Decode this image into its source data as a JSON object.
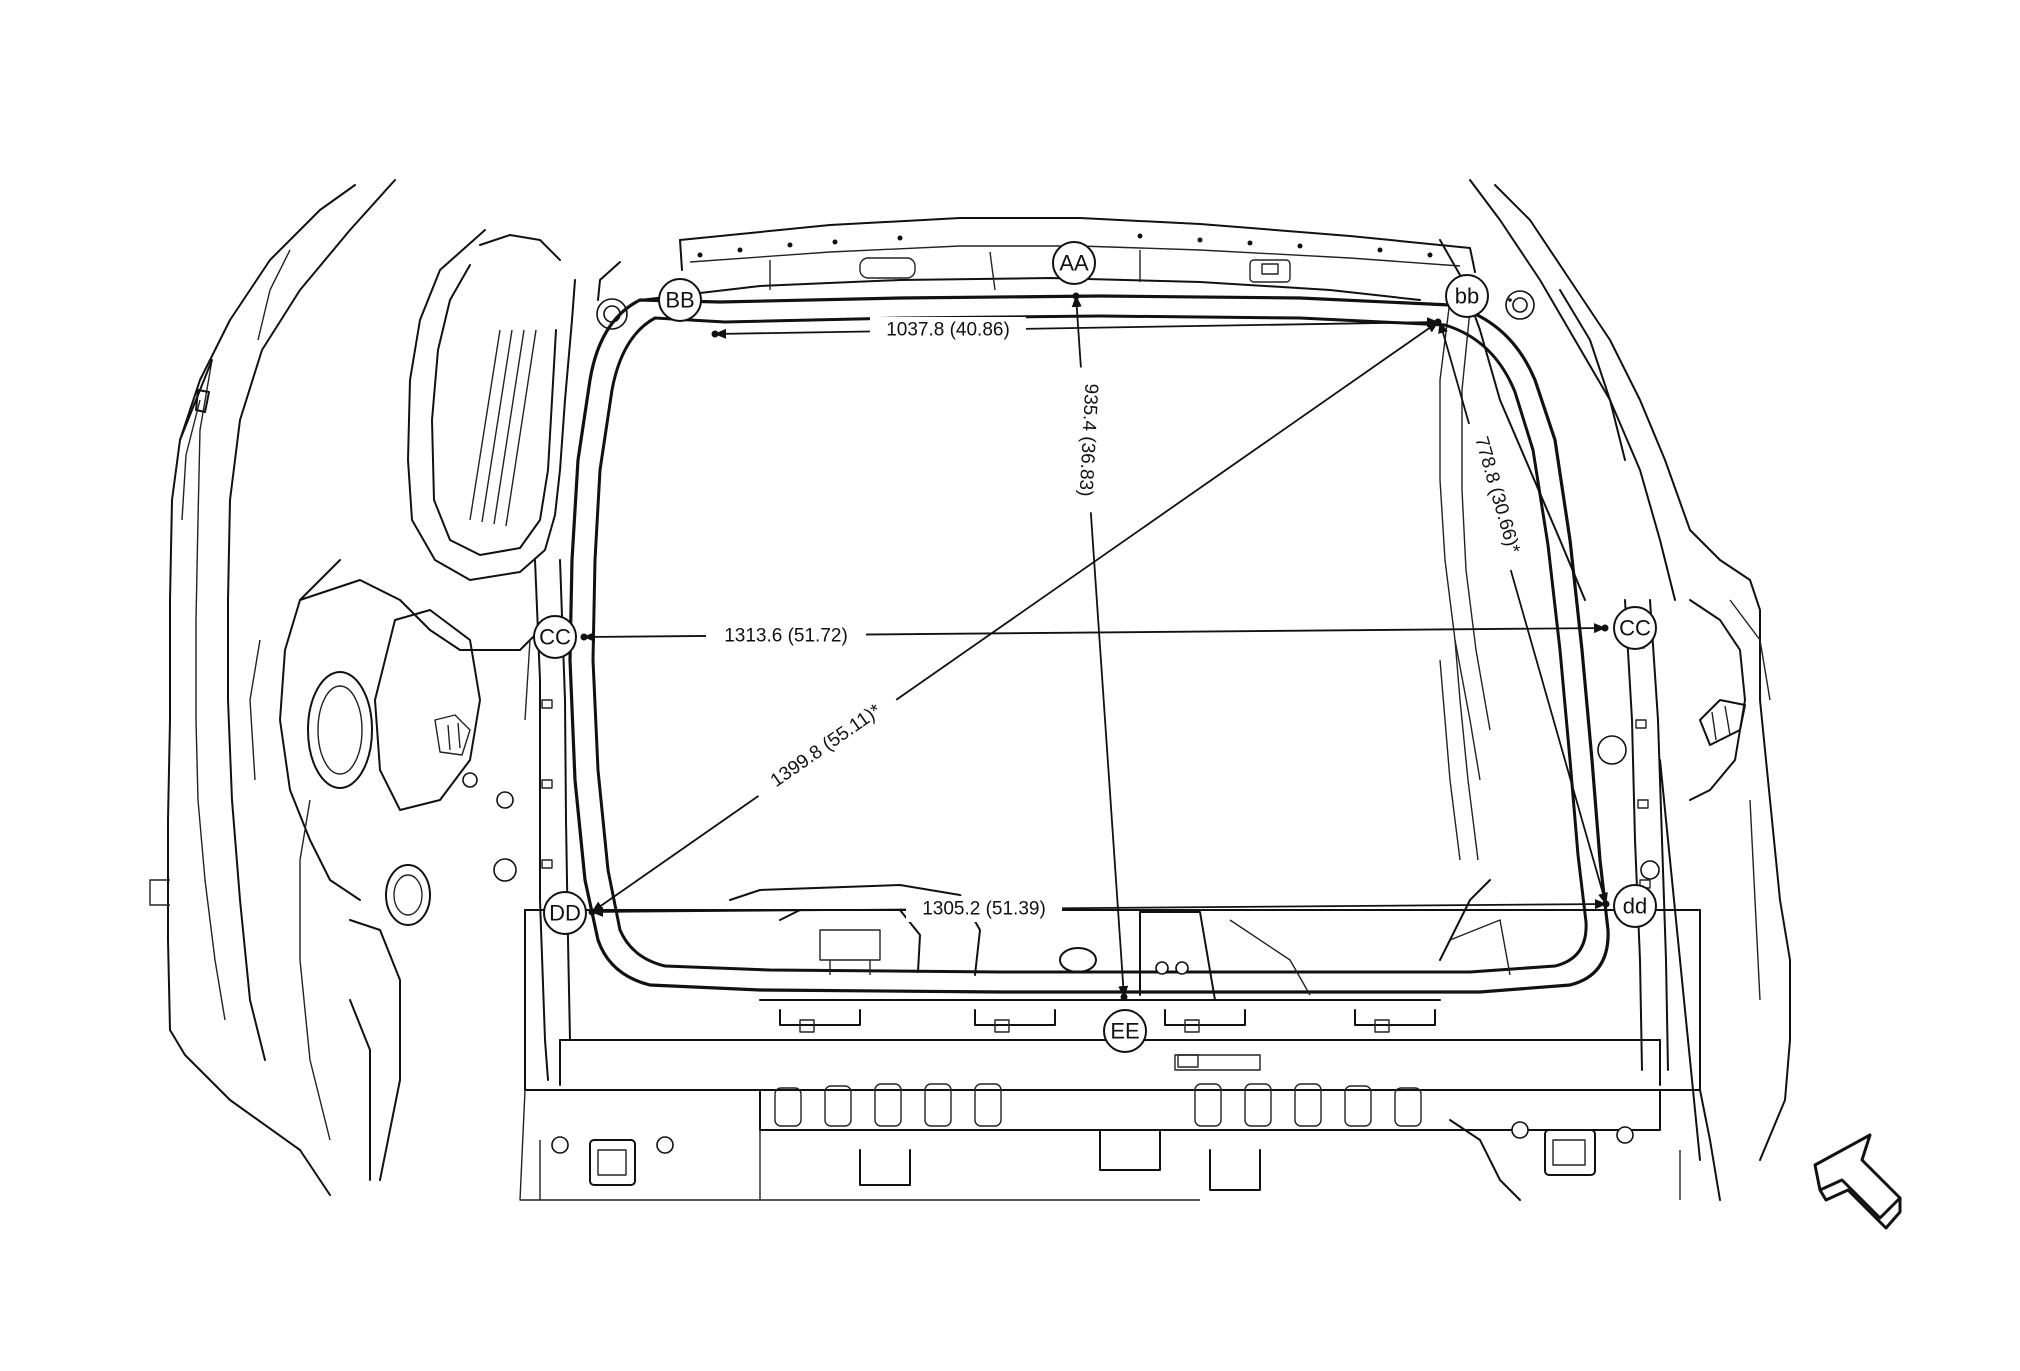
{
  "points": {
    "AA": "AA",
    "BB": "BB",
    "bb": "bb",
    "CC_left": "CC",
    "CC_right": "CC",
    "DD": "DD",
    "dd": "dd",
    "EE": "EE"
  },
  "dimensions": {
    "top_width": "1037.8 (40.86)",
    "vertical_center": "935.4 (36.83)",
    "right_diagonal": "778.8 (30.66)*",
    "middle_width": "1313.6 (51.72)",
    "long_diagonal": "1399.8 (55.11)*",
    "bottom_width": "1305.2 (51.39)"
  },
  "icons": {
    "direction": "direction-arrow-icon"
  }
}
